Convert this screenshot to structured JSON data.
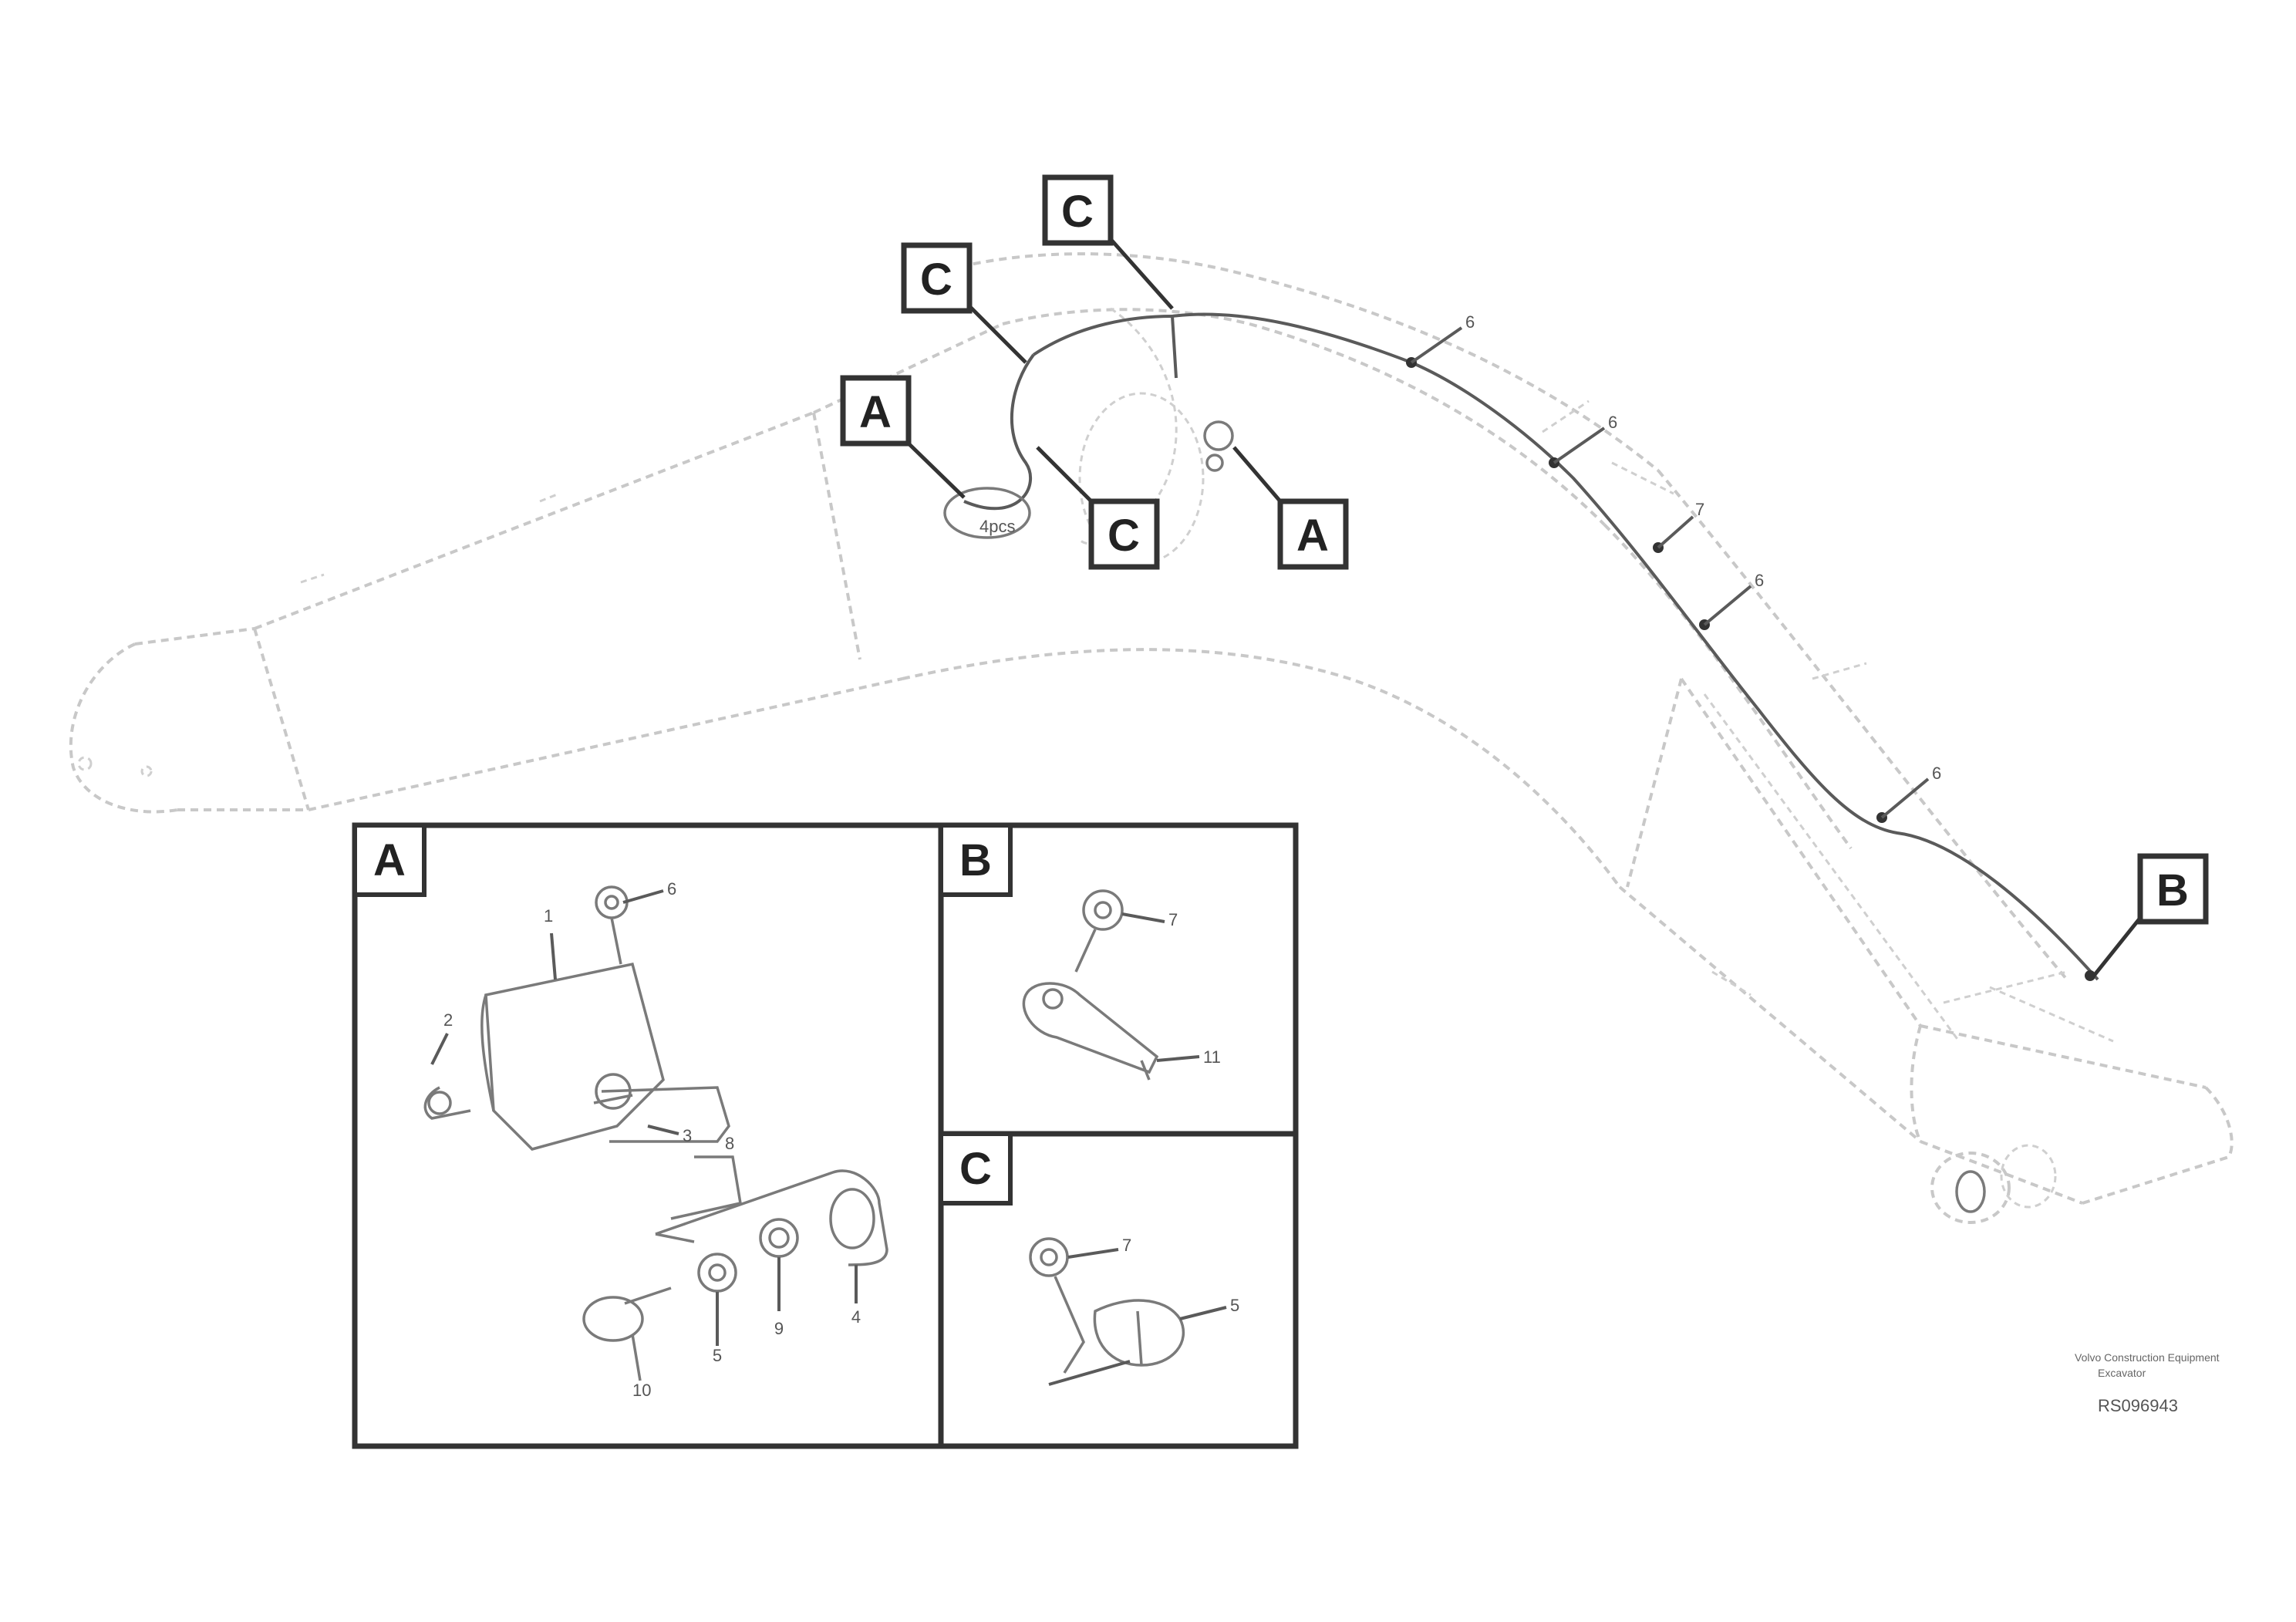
{
  "callouts": {
    "c_top": "C",
    "c_left": "C",
    "a_left": "A",
    "c_low": "C",
    "a_right": "A",
    "b_right": "B"
  },
  "panels": {
    "a": {
      "label": "A",
      "numbers": [
        "1",
        "6",
        "2",
        "3",
        "9",
        "4",
        "10",
        "5",
        "8"
      ]
    },
    "b": {
      "label": "B",
      "numbers": [
        "7",
        "11"
      ]
    },
    "c": {
      "label": "C",
      "numbers": [
        "7",
        "5"
      ]
    }
  },
  "wire_numbers": [
    "6",
    "6",
    "7",
    "6",
    "6"
  ],
  "component_text": "4pcs",
  "footer": {
    "line1": "Volvo Construction Equipment",
    "line2": "Excavator",
    "code": "RS096943"
  },
  "colors": {
    "ghost_line": "#c8c8c8",
    "wire": "#5a5a5a",
    "border": "#333333"
  }
}
